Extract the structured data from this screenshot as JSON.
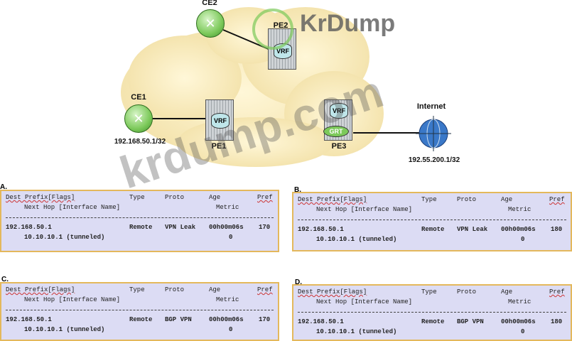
{
  "diagram": {
    "nodes": {
      "ce1": "CE1",
      "ce2": "CE2",
      "pe1": "PE1",
      "pe2": "PE2",
      "pe3": "PE3",
      "internet": "Internet",
      "vrf": "VRF",
      "grt": "GRT"
    },
    "ce1_ip": "192.168.50.1/32",
    "internet_ip": "192.55.200.1/32"
  },
  "watermark": {
    "logo": "KrDump",
    "diagonal": "krdump.com"
  },
  "headers": {
    "dest": "Dest Prefix[Flags]",
    "nexthop": "Next Hop [Interface Name]",
    "type": "Type",
    "proto": "Proto",
    "age": "Age",
    "metric": "Metric",
    "pref": "Pref"
  },
  "options": [
    {
      "letter": "A.",
      "dest": "192.168.50.1",
      "nexthop": "10.10.10.1 (tunneled)",
      "type": "Remote",
      "proto": "VPN Leak",
      "age": "00h00m06s",
      "metric": "0",
      "pref": "170"
    },
    {
      "letter": "B.",
      "dest": "192.168.50.1",
      "nexthop": "10.10.10.1 (tunneled)",
      "type": "Remote",
      "proto": "VPN Leak",
      "age": "00h00m06s",
      "metric": "0",
      "pref": "180"
    },
    {
      "letter": "C.",
      "dest": "192.168.50.1",
      "nexthop": "10.10.10.1 (tunneled)",
      "type": "Remote",
      "proto": "BGP VPN",
      "age": "00h00m06s",
      "metric": "0",
      "pref": "170"
    },
    {
      "letter": "D.",
      "dest": "192.168.50.1",
      "nexthop": "10.10.10.1 (tunneled)",
      "type": "Remote",
      "proto": "BGP VPN",
      "age": "00h00m06s",
      "metric": "0",
      "pref": "180"
    }
  ]
}
